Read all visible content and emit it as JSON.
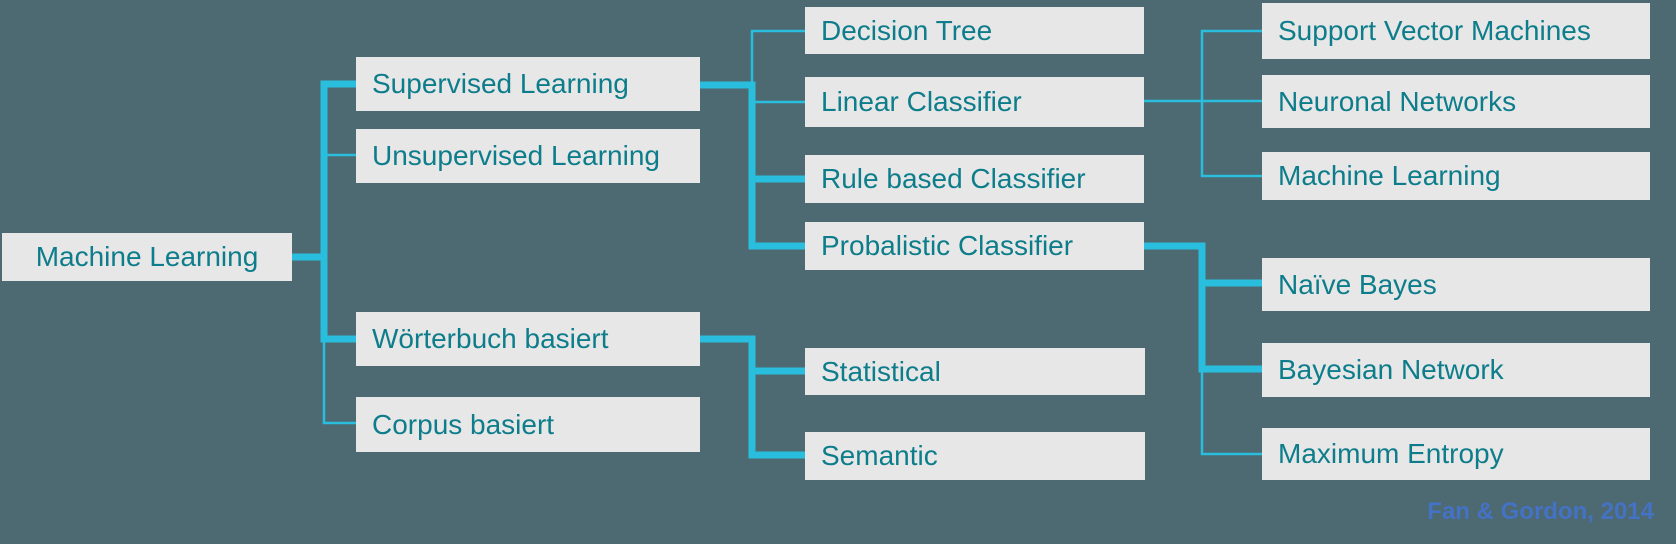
{
  "diagram": {
    "type": "tree",
    "background_color": "#4d6971",
    "box_fill_color": "#e7e7e7",
    "box_text_color": "#0e7d8b",
    "connector_color": "#29bede"
  },
  "nodes": {
    "root": {
      "label": "Machine Learning",
      "level": 1
    },
    "supervised": {
      "label": "Supervised Learning",
      "level": 2
    },
    "unsupervised": {
      "label": "Unsupervised Learning",
      "level": 2
    },
    "woerterbuch": {
      "label": "Wörterbuch basiert",
      "level": 2
    },
    "corpus": {
      "label": "Corpus basiert",
      "level": 2
    },
    "decision": {
      "label": "Decision Tree",
      "level": 3
    },
    "linear": {
      "label": "Linear Classifier",
      "level": 3
    },
    "rule": {
      "label": "Rule based Classifier",
      "level": 3
    },
    "probalistic": {
      "label": "Probalistic Classifier",
      "level": 3
    },
    "statistical": {
      "label": "Statistical",
      "level": 3
    },
    "semantic": {
      "label": "Semantic",
      "level": 3
    },
    "svm": {
      "label": "Support Vector Machines",
      "level": 4
    },
    "neuronal": {
      "label": "Neuronal Networks",
      "level": 4
    },
    "ml4": {
      "label": "Machine Learning",
      "level": 4
    },
    "naive": {
      "label": "Naïve Bayes",
      "level": 4
    },
    "bayesian": {
      "label": "Bayesian Network",
      "level": 4
    },
    "maxent": {
      "label": "Maximum Entropy",
      "level": 4
    }
  },
  "edges": [
    {
      "from": "Machine Learning",
      "to": "Supervised Learning",
      "weight": "thick"
    },
    {
      "from": "Machine Learning",
      "to": "Unsupervised Learning",
      "weight": "thin"
    },
    {
      "from": "Machine Learning",
      "to": "Wörterbuch basiert",
      "weight": "thick"
    },
    {
      "from": "Machine Learning",
      "to": "Corpus basiert",
      "weight": "thin"
    },
    {
      "from": "Supervised Learning",
      "to": "Decision Tree",
      "weight": "thin"
    },
    {
      "from": "Supervised Learning",
      "to": "Linear Classifier",
      "weight": "thin"
    },
    {
      "from": "Supervised Learning",
      "to": "Rule based Classifier",
      "weight": "thick"
    },
    {
      "from": "Supervised Learning",
      "to": "Probalistic Classifier",
      "weight": "thick"
    },
    {
      "from": "Linear Classifier",
      "to": "Support Vector Machines",
      "weight": "thin"
    },
    {
      "from": "Linear Classifier",
      "to": "Neuronal Networks",
      "weight": "thin"
    },
    {
      "from": "Linear Classifier",
      "to": "Machine Learning",
      "weight": "thin"
    },
    {
      "from": "Probalistic Classifier",
      "to": "Naïve Bayes",
      "weight": "thick"
    },
    {
      "from": "Probalistic Classifier",
      "to": "Bayesian Network",
      "weight": "thick"
    },
    {
      "from": "Probalistic Classifier",
      "to": "Maximum Entropy",
      "weight": "thin"
    },
    {
      "from": "Wörterbuch basiert",
      "to": "Statistical",
      "weight": "thick"
    },
    {
      "from": "Wörterbuch basiert",
      "to": "Semantic",
      "weight": "thick"
    }
  ],
  "citation": {
    "text": "Fan & Gordon, 2014",
    "color": "#4472c4"
  }
}
